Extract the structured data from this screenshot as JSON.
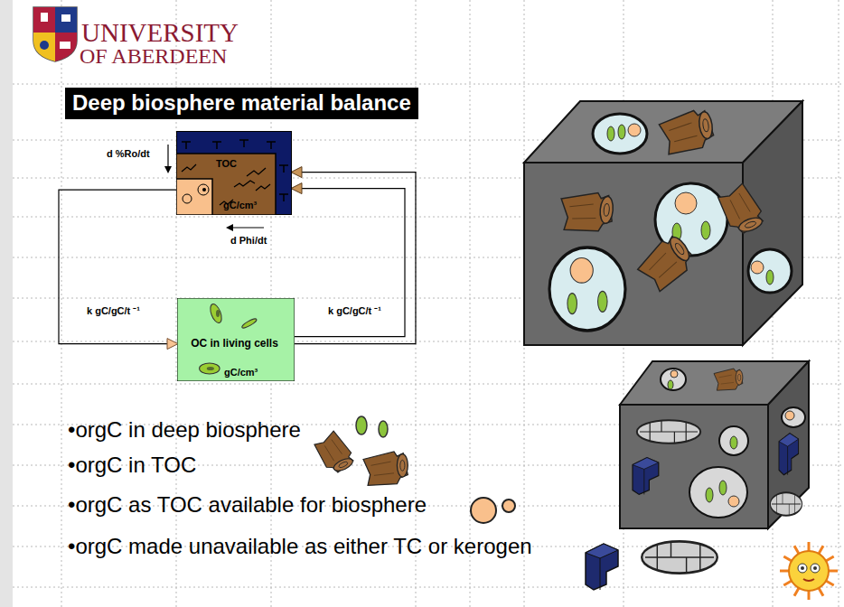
{
  "diagram": {
    "title": "Deep biosphere material balance",
    "nodes": [
      {
        "text": [
          "TOC",
          "gC/cm³"
        ]
      },
      {
        "text": [
          "OC in living cells",
          "gC/cm³"
        ]
      }
    ],
    "edges": [
      {
        "from": 0,
        "to": 1,
        "arrow": "to",
        "label": "k gC/gC/t ⁻¹"
      },
      {
        "from": 1,
        "to": 0,
        "arrow": "to",
        "label": "k gC/gC/t ⁻¹"
      },
      {
        "from": 1,
        "to": 0,
        "arrow": "to"
      }
    ],
    "labels": [
      "UNIVERSITY",
      "OF ABERDEEN",
      "d %Ro/dt",
      "d Phi/dt",
      "•orgC in deep biosphere",
      "•orgC in TOC",
      "•orgC as TOC available for biosphere",
      "•orgC made unavailable as either TC or kerogen"
    ]
  }
}
